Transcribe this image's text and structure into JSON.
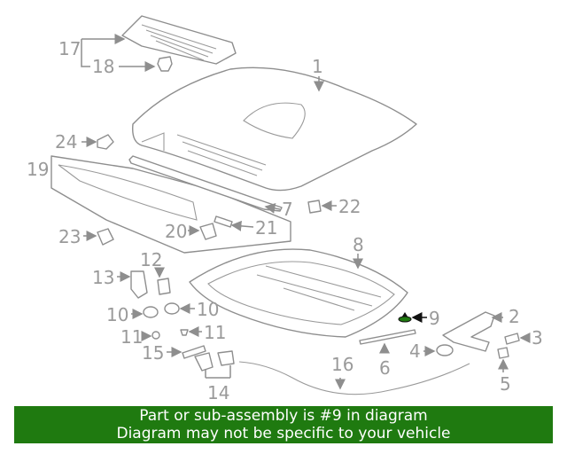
{
  "callouts": {
    "c1": "1",
    "c2": "2",
    "c3": "3",
    "c4": "4",
    "c5": "5",
    "c6": "6",
    "c7": "7",
    "c8": "8",
    "c9": "9",
    "c10a": "10",
    "c10b": "10",
    "c11a": "11",
    "c11b": "11",
    "c12": "12",
    "c13": "13",
    "c14": "14",
    "c15": "15",
    "c16": "16",
    "c17": "17",
    "c18": "18",
    "c19": "19",
    "c20": "20",
    "c21": "21",
    "c22": "22",
    "c23": "23",
    "c24": "24"
  },
  "highlight": {
    "part": "9",
    "color": "#1f7a10"
  },
  "banner": {
    "line1": "Part or sub-assembly is #9 in diagram",
    "line2": "Diagram may not be specific to your vehicle",
    "background": "#1f7a10"
  }
}
